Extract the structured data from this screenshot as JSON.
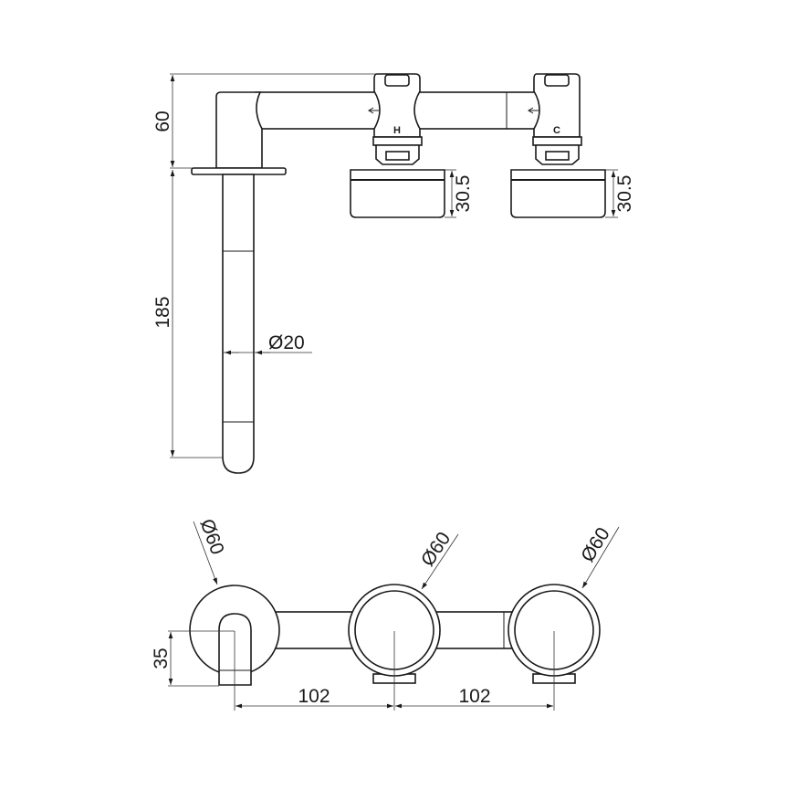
{
  "drawing": {
    "side_view": {
      "valve_labels": {
        "hot": "H",
        "cold": "C"
      },
      "dimensions": {
        "height_top": "60",
        "spout_length": "185",
        "spout_diameter": "Ø20",
        "handle_height_hot": "30.5",
        "handle_height_cold": "30.5"
      }
    },
    "front_view": {
      "dimensions": {
        "flange_diameter": "Ø60",
        "hot_handle_diameter": "Ø60",
        "cold_handle_diameter": "Ø60",
        "spout_offset": "35",
        "spacing_1": "102",
        "spacing_2": "102"
      }
    }
  },
  "colors": {
    "line": "#1a1a1a",
    "background": "#ffffff"
  }
}
